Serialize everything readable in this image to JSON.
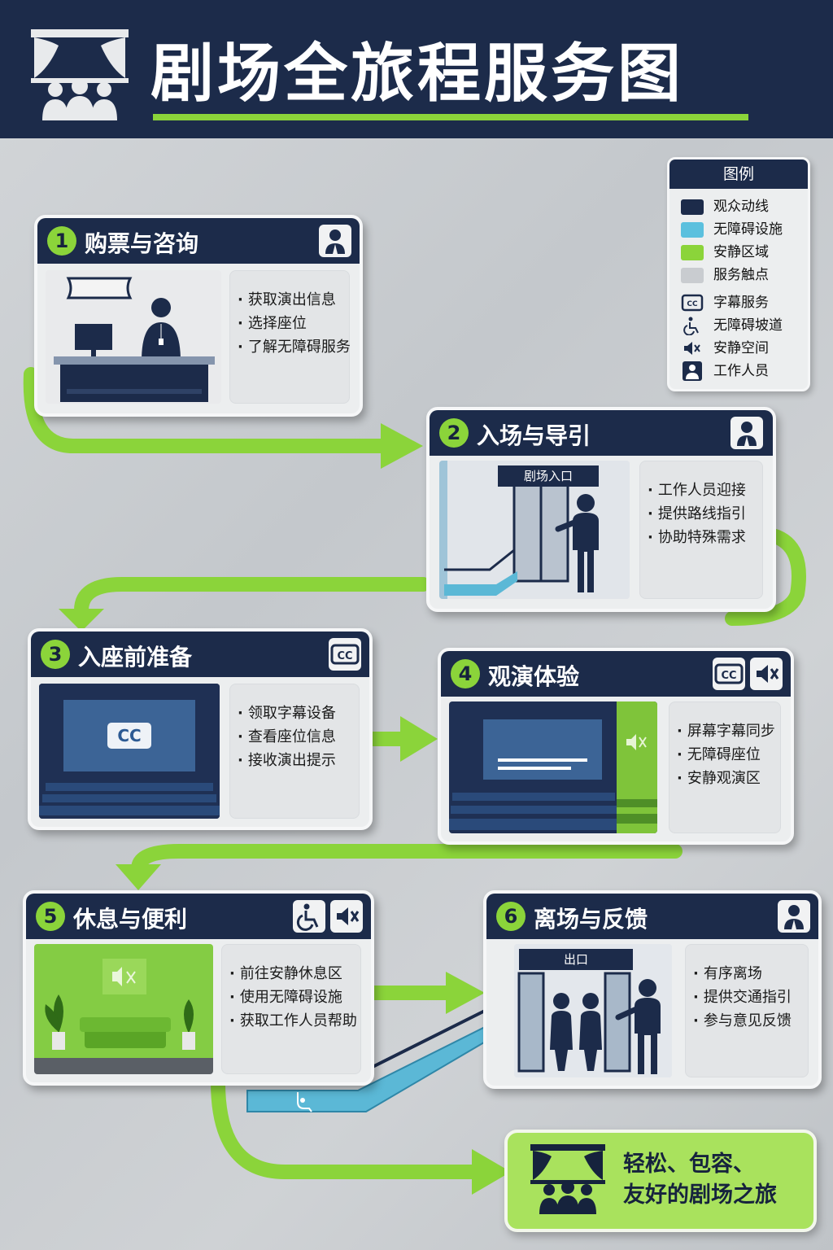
{
  "header": {
    "title": "剧场全旅程服务图"
  },
  "legend": {
    "title": "图例",
    "colors": [
      {
        "label": "观众动线",
        "color": "#1c2b4a"
      },
      {
        "label": "无障碍设施",
        "color": "#5bc0de"
      },
      {
        "label": "安静区域",
        "color": "#8bd43a"
      },
      {
        "label": "服务触点",
        "color": "#c9ccd0"
      }
    ],
    "icons": [
      {
        "label": "字幕服务",
        "icon": "cc-icon"
      },
      {
        "label": "无障碍坡道",
        "icon": "wheelchair-icon"
      },
      {
        "label": "安静空间",
        "icon": "mute-icon"
      },
      {
        "label": "工作人员",
        "icon": "staff-icon"
      }
    ]
  },
  "stages": [
    {
      "num": "1",
      "title": "购票与咨询",
      "icons": [
        "staff-icon"
      ],
      "items": [
        "获取演出信息",
        "选择座位",
        "了解无障碍服务"
      ]
    },
    {
      "num": "2",
      "title": "入场与导引",
      "icons": [
        "staff-icon"
      ],
      "sign": "剧场入口",
      "items": [
        "工作人员迎接",
        "提供路线指引",
        "协助特殊需求"
      ]
    },
    {
      "num": "3",
      "title": "入座前准备",
      "icons": [
        "cc-icon"
      ],
      "screen": "CC",
      "items": [
        "领取字幕设备",
        "查看座位信息",
        "接收演出提示"
      ]
    },
    {
      "num": "4",
      "title": "观演体验",
      "icons": [
        "cc-icon",
        "mute-icon"
      ],
      "items": [
        "屏幕字幕同步",
        "无障碍座位",
        "安静观演区"
      ]
    },
    {
      "num": "5",
      "title": "休息与便利",
      "icons": [
        "wheelchair-icon",
        "mute-icon"
      ],
      "items": [
        "前往安静休息区",
        "使用无障碍设施",
        "获取工作人员帮助"
      ]
    },
    {
      "num": "6",
      "title": "离场与反馈",
      "icons": [
        "staff-icon"
      ],
      "sign": "出口",
      "items": [
        "有序离场",
        "提供交通指引",
        "参与意见反馈"
      ]
    }
  ],
  "final": {
    "line1": "轻松、包容、",
    "line2": "友好的剧场之旅"
  },
  "colors": {
    "navy": "#1c2b4a",
    "green": "#8bd43a",
    "blue": "#5bc0de",
    "gray": "#c9ccd0"
  }
}
